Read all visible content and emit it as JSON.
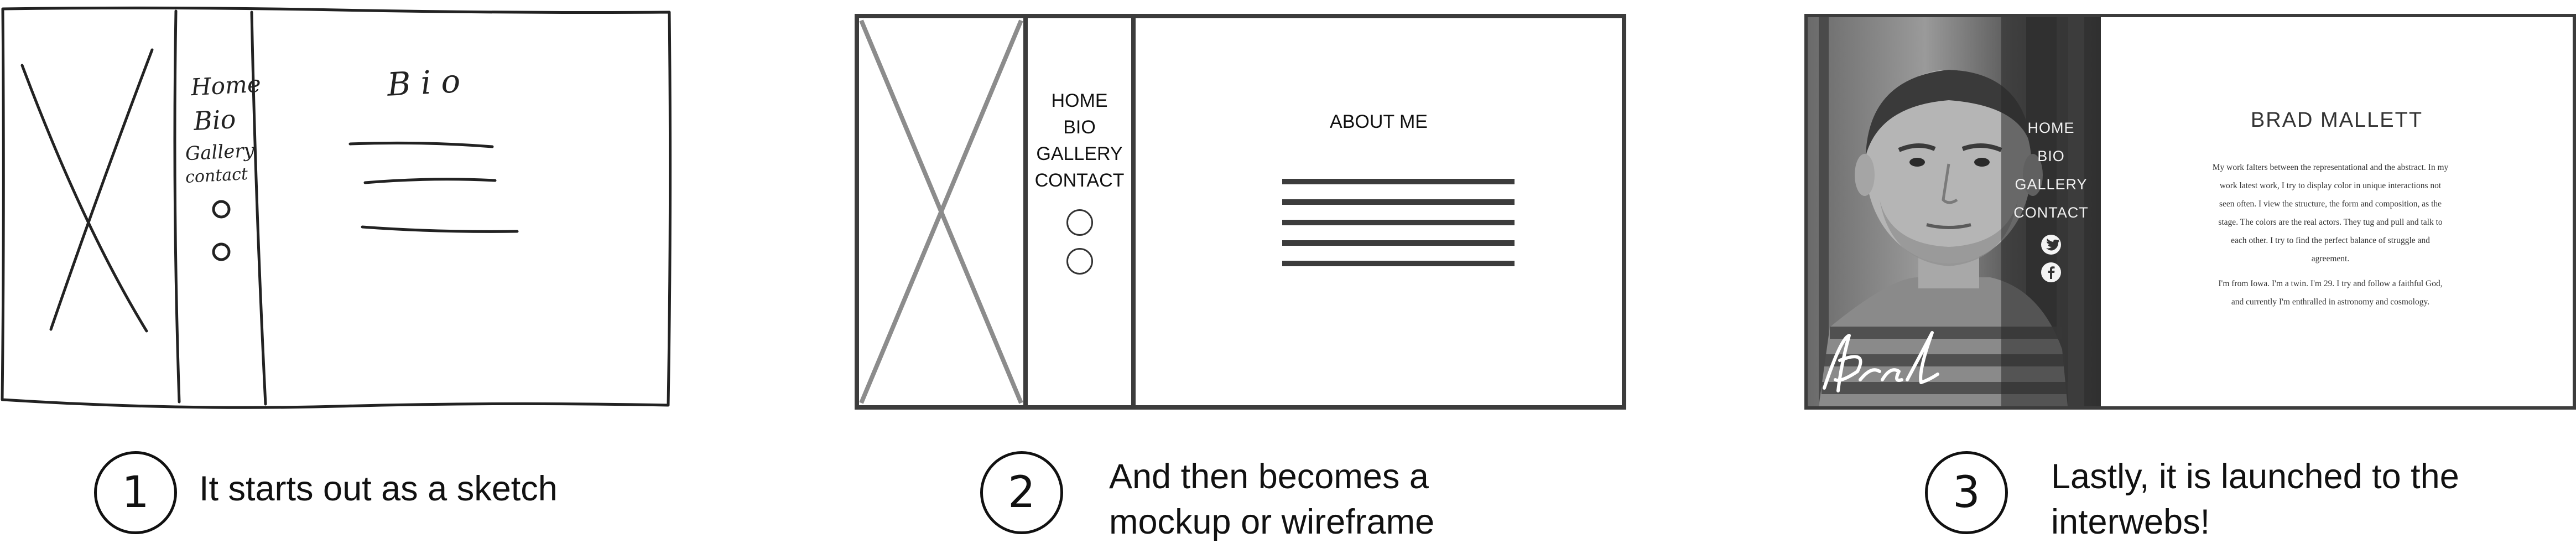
{
  "steps": [
    {
      "number": "1",
      "caption": "It starts out as a sketch",
      "sketch": {
        "nav_items": [
          "Home",
          "Bio",
          "Gallery",
          "contact"
        ],
        "title": "Bio"
      }
    },
    {
      "number": "2",
      "caption_line1": "And then becomes a",
      "caption_line2": "mockup or wireframe",
      "wireframe": {
        "nav_items": [
          "HOME",
          "BIO",
          "GALLERY",
          "CONTACT"
        ],
        "title": "ABOUT ME"
      }
    },
    {
      "number": "3",
      "caption_line1": "Lastly, it is launched to the",
      "caption_line2": "interwebs!",
      "website": {
        "nav_items": [
          "HOME",
          "BIO",
          "GALLERY",
          "CONTACT"
        ],
        "social_icons": [
          "twitter-icon",
          "facebook-icon"
        ],
        "name": "BRAD MALLETT",
        "bio_p1": "My work falters between the representational and the abstract. In my work latest work, I try to display color in unique interactions not seen often. I view the structure, the form and composition, as the stage. The colors are the real actors. They tug and pull and talk to each other. I try to find the perfect balance of struggle and agreement.",
        "bio_p2": "I'm from Iowa. I'm a twin. I'm 29. I try and follow a faithful God, and currently I'm enthralled in astronomy and cosmology.",
        "signature": "Brad"
      }
    }
  ],
  "colors": {
    "frame": "#3c3c3c",
    "ink": "#111111"
  }
}
